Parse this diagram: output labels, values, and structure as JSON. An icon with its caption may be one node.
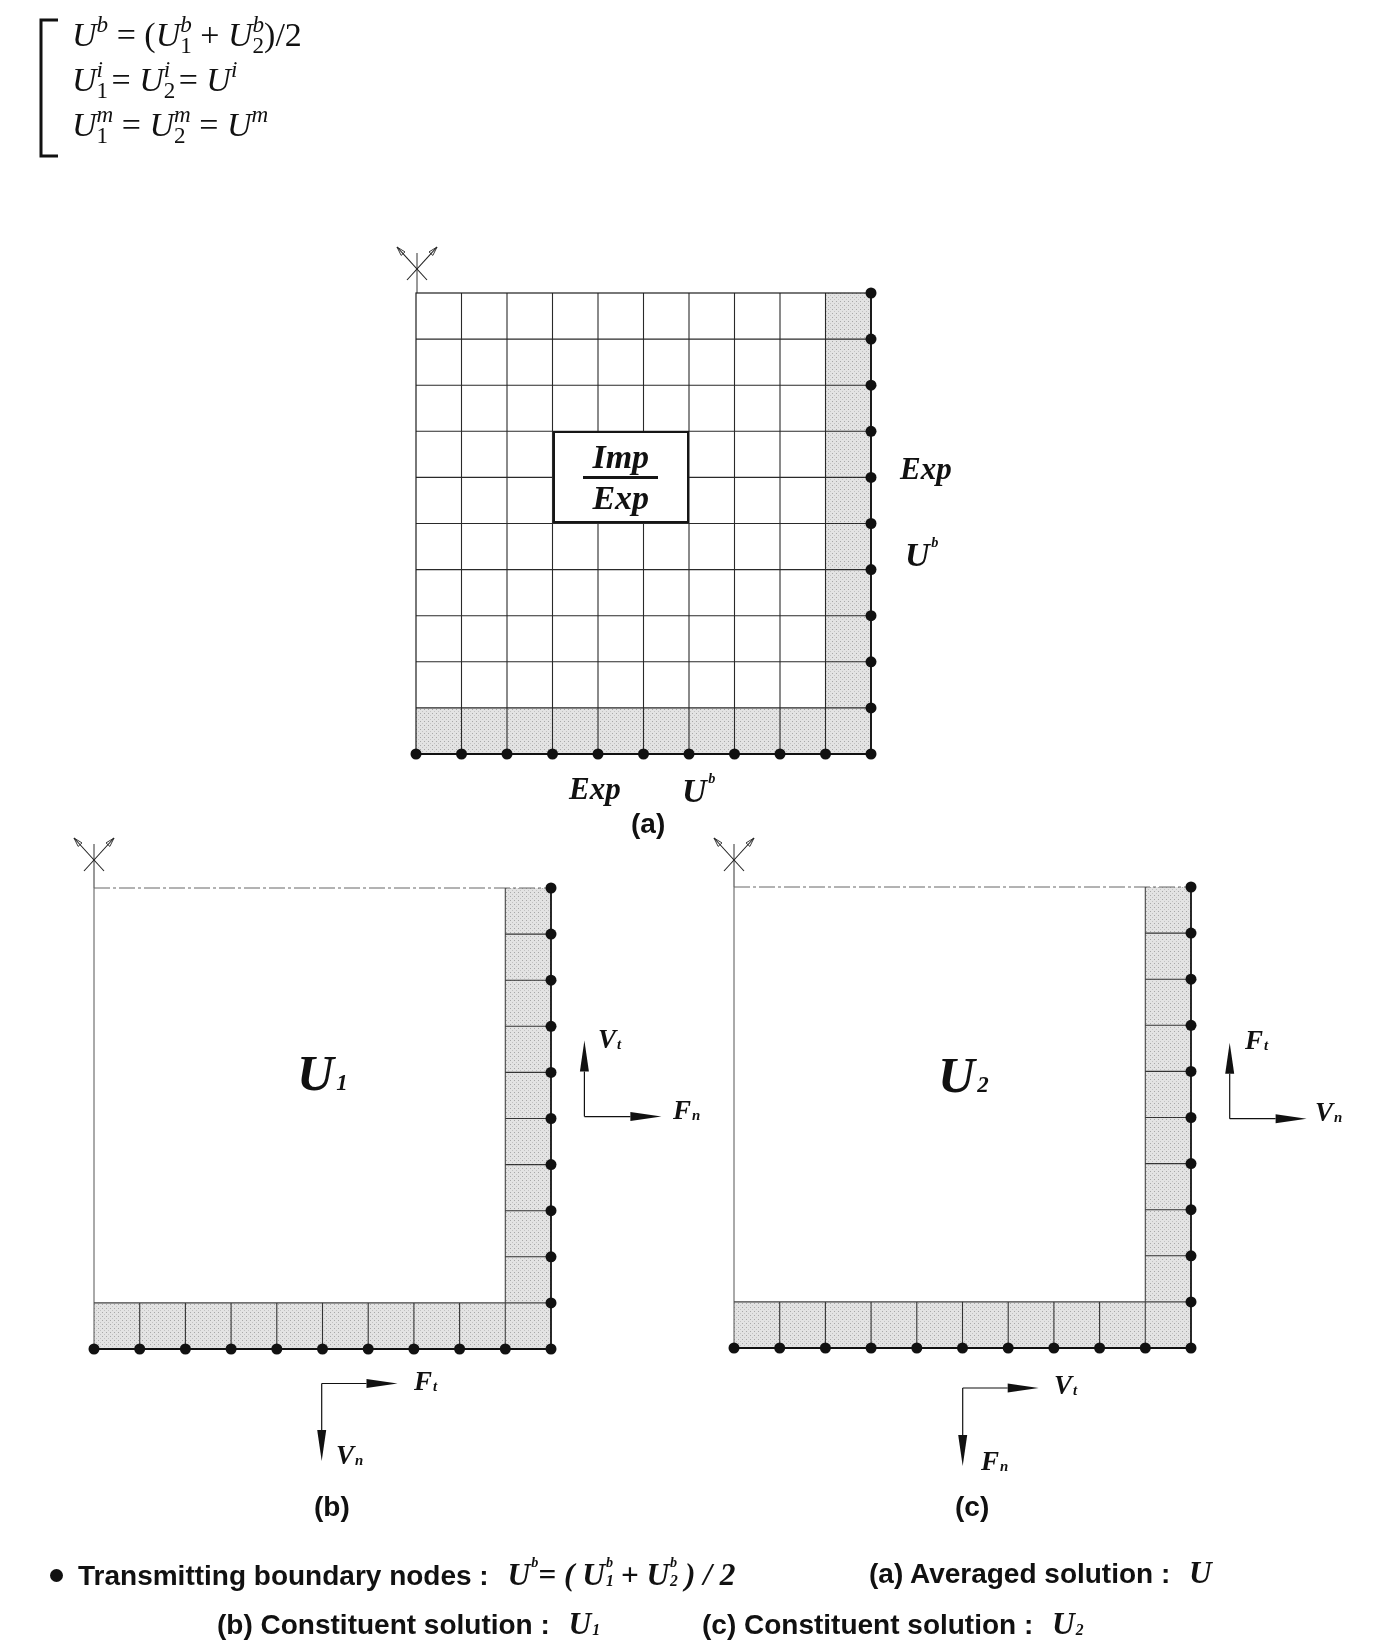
{
  "diagram": {
    "nodes": [
      {
        "text": [],
        "shape": "box",
        "beside": [
          "(a)"
        ]
      },
      {
        "text": [
          "Imp",
          "Exp"
        ],
        "in": 0
      },
      {
        "text": [
          "U$_{1}$"
        ]
      },
      {
        "text": [
          "U$_{2}$"
        ]
      }
    ],
    "labels": [
      "*U*$^{b}$ = (*U*$_{1}$$^{b}$ + *U*$_{2}$$^{b}$)/2",
      "*U*$_{1}$$^{i}$ = *U*$_{2}$$^{i}$ = *U*$^{i}$",
      "*U*$_{1}$$^{m}$ = *U*$_{2}$$^{m}$ = *U*$^{m}$",
      "Exp",
      "U$^{b}$",
      "Exp",
      "U$^{b}$",
      "V$_{t}$",
      "F$_{n}$",
      "F$_{t}$",
      "V$_{n}$",
      "F$_{t}$",
      "V$_{n}$",
      "V$_{t}$",
      "F$_{n}$",
      "(b)",
      "(c)",
      "(a) Averaged solution : *U*",
      "(b) Constituent solution : *U*$_{1}$",
      "(c) Constituent solution : *U*$_{2}$"
    ],
    "legend": [
      {
        "text": "Transmitting boundary nodes : *U*$^{b}$= ( *U*$_{1}$$^{b}$ + *U*$_{2}$$^{b}$ ) / 2"
      }
    ]
  }
}
